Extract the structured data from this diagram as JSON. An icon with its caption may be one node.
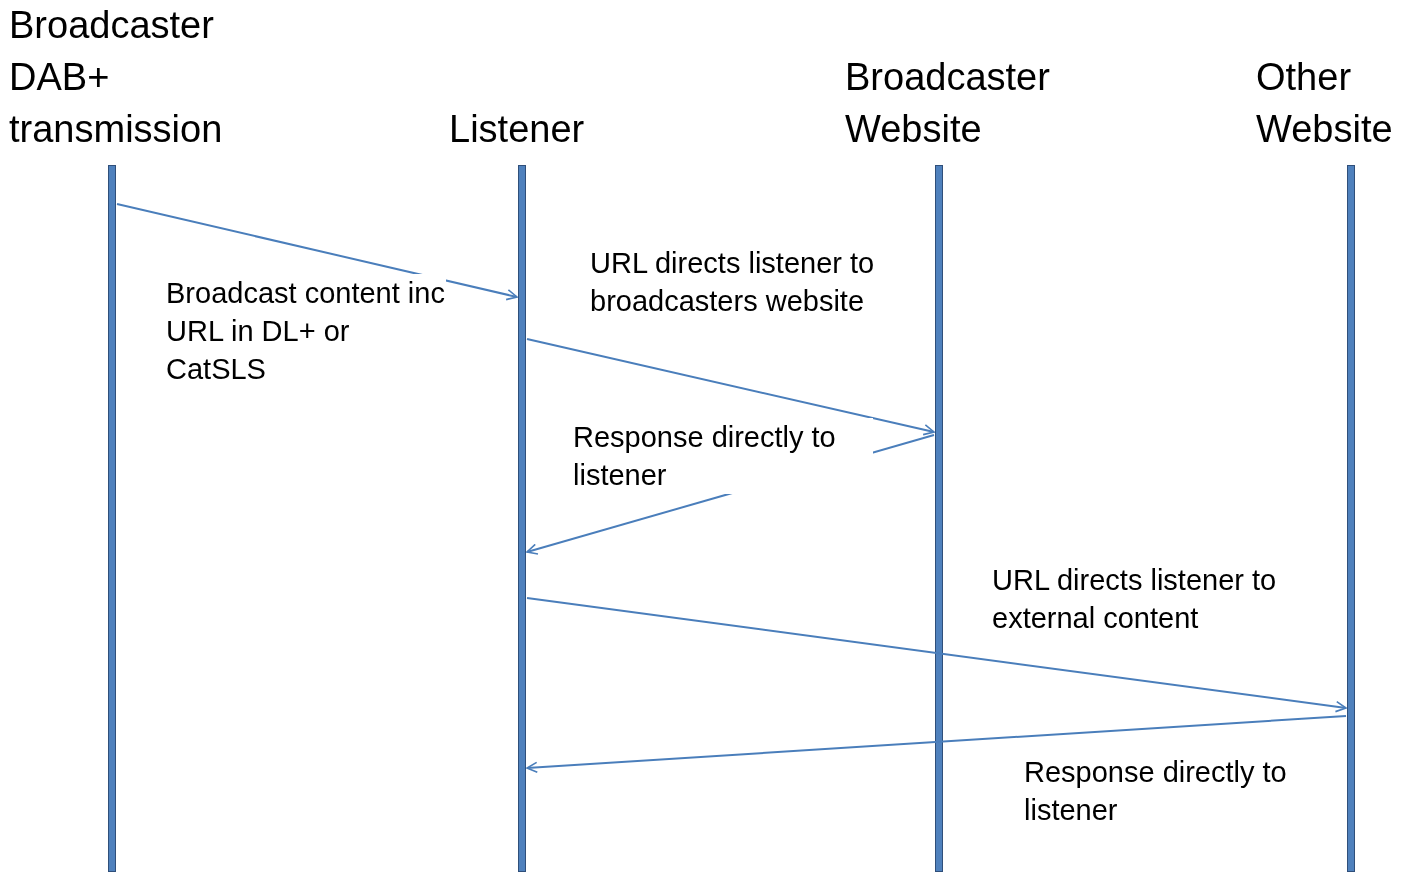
{
  "diagram": {
    "nodes": [
      {
        "text": [
          "Broadcaster DAB+ transmission"
        ]
      },
      {
        "text": [
          "Listener"
        ]
      },
      {
        "text": [
          "Broadcaster Website"
        ]
      },
      {
        "text": [
          "Other Website"
        ]
      }
    ],
    "edges": [
      {
        "from": 0,
        "to": 1,
        "arrow": "to",
        "label": "Broadcast content inc URL in DL+ or CatSLS"
      },
      {
        "from": 1,
        "to": 2,
        "arrow": "to",
        "label": "URL directs listener to broadcasters website"
      },
      {
        "from": 2,
        "to": 1,
        "arrow": "to",
        "label": "Response directly to listener"
      },
      {
        "from": 1,
        "to": 3,
        "arrow": "to",
        "label": "URL directs listener to external content"
      },
      {
        "from": 3,
        "to": 1,
        "arrow": "to",
        "label": "Response directly to listener"
      }
    ]
  }
}
